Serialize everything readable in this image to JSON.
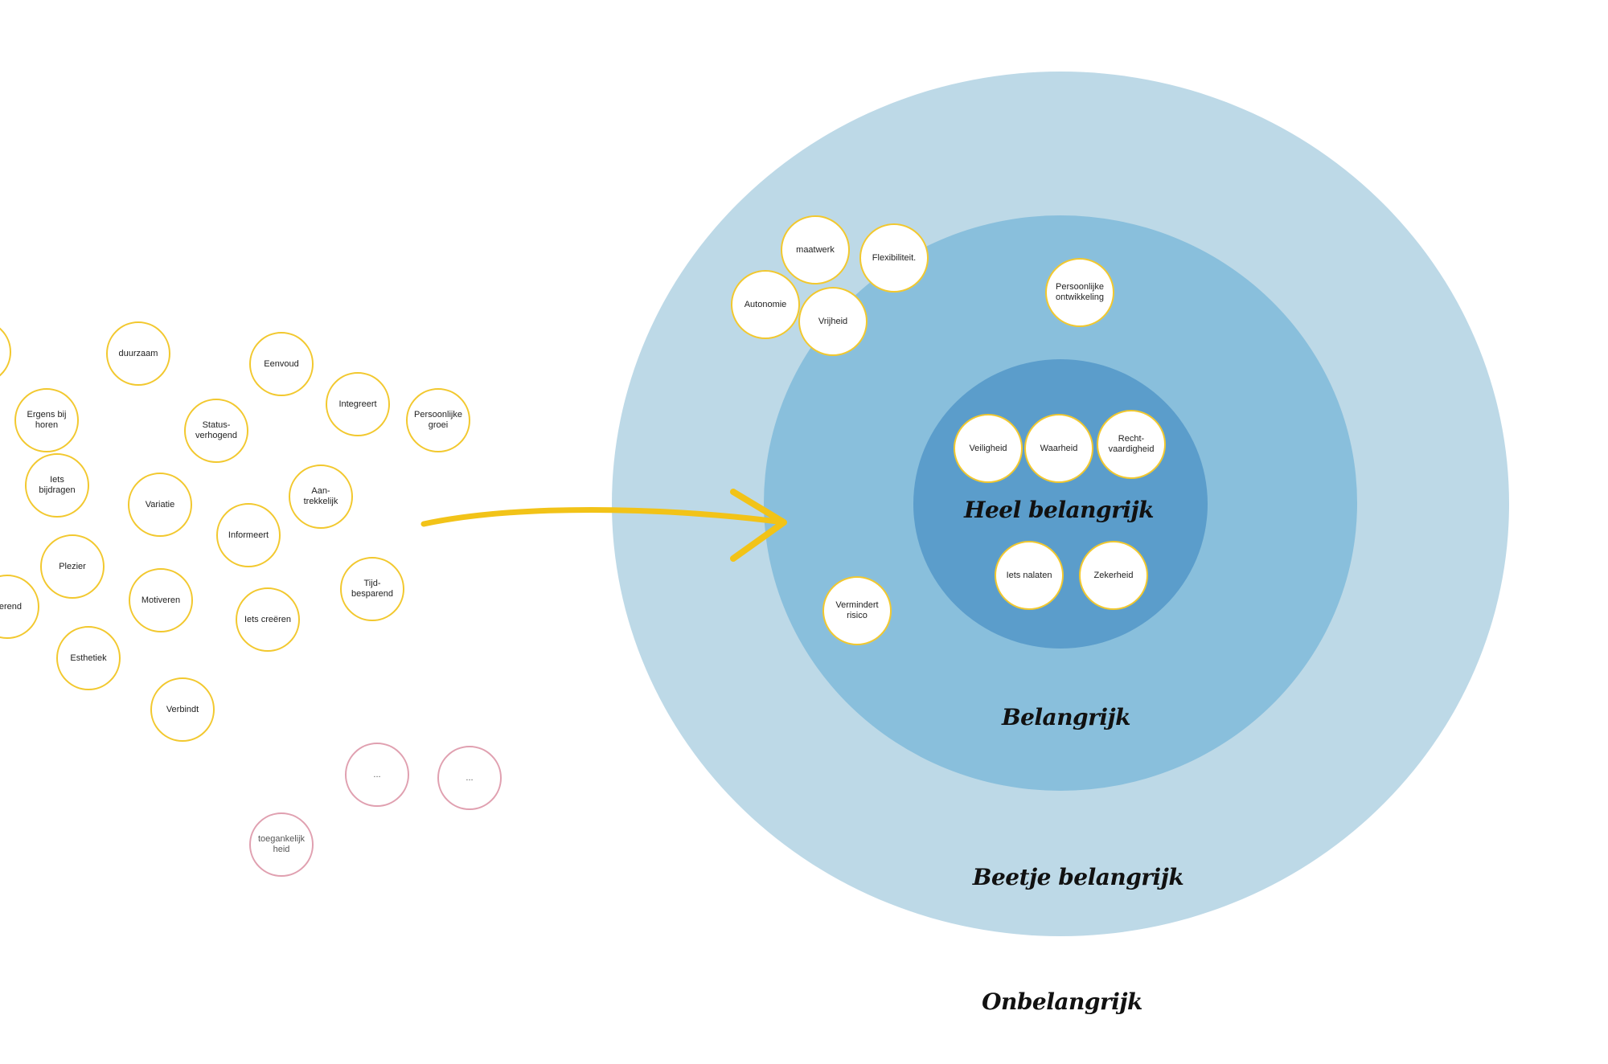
{
  "zones": {
    "heel": "Heel belangrijk",
    "belangrijk": "Belangrijk",
    "beetje": "Beetje belangrijk",
    "onbelangrijk": "Onbelangrijk"
  },
  "inner_values": [
    "Veiligheid",
    "Waarheid",
    "Recht-\nvaardigheid",
    "Iets nalaten",
    "Zekerheid"
  ],
  "middle_values": [
    "maatwerk",
    "Flexibiliteit.",
    "Autonomie",
    "Vrijheid",
    "Persoonlijke\nontwikkeling",
    "Vermindert\nrisico"
  ],
  "loose_values": [
    "duurzaam",
    "Eenvoud",
    "Ergens bij\nhoren",
    "Integreert",
    "Persoonlijke\ngroei",
    "Status-\nverhogend",
    "Iets\nbijdragen",
    "Variatie",
    "Aan-\ntrekkelijk",
    "Informeert",
    "Plezier",
    "Tijd-\nbesparend",
    "iverend",
    "Motiveren",
    "Iets creëren",
    "Esthetiek",
    "Verbindt"
  ],
  "pink_values": [
    "...",
    "...",
    "toegankelijk\nheid"
  ],
  "colors": {
    "outer_ring": "#bdd9e7",
    "middle_ring": "#89bfdc",
    "inner_ring": "#5b9dcb",
    "bubble_border": "#f2c82e",
    "pink_border": "#e0a0b0",
    "arrow": "#f2c318"
  }
}
